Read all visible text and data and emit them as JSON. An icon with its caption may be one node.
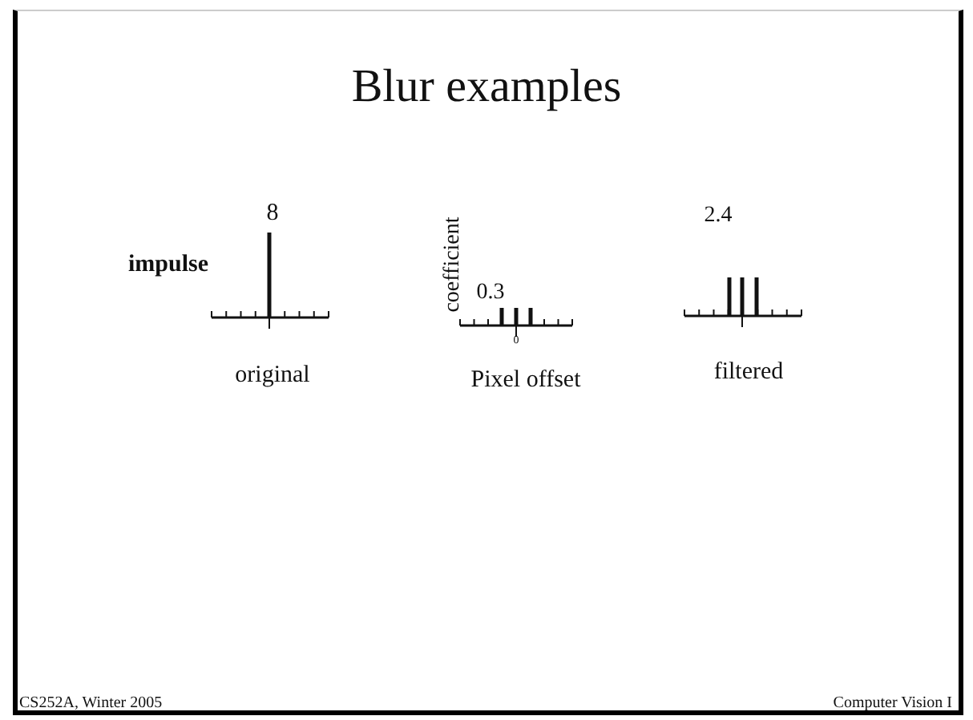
{
  "diagram": {
    "title": "Blur examples",
    "labels": [
      "8",
      "impulse",
      "original",
      "coefficient",
      "0.3",
      "0",
      "Pixel offset",
      "2.4",
      "filtered",
      "CS252A, Winter 2005",
      "Computer Vision I"
    ]
  }
}
